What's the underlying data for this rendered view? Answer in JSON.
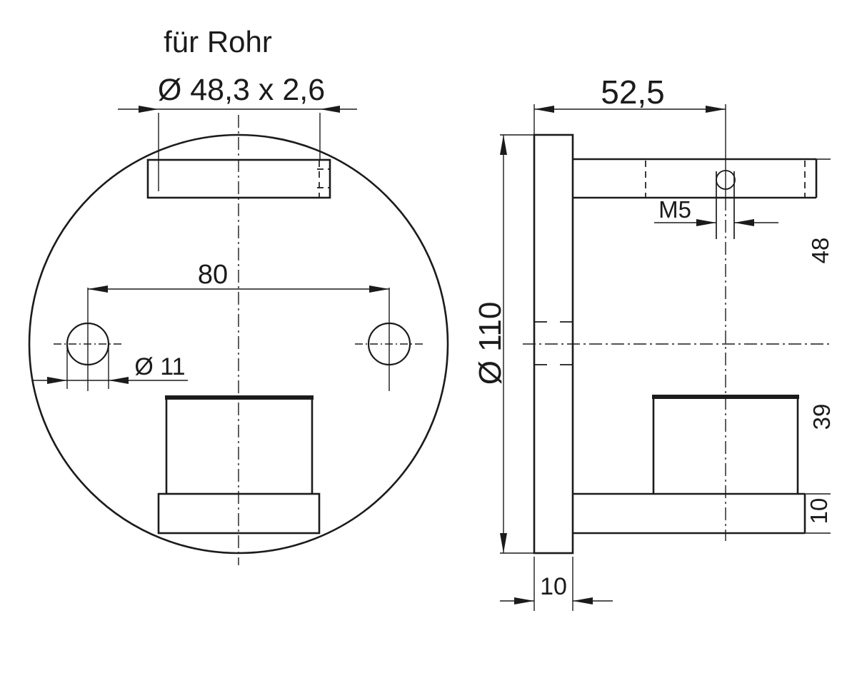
{
  "drawing": {
    "background": "#ffffff",
    "line_color": "#1b1b1b",
    "front_view": {
      "title_line1": "für Rohr",
      "title_line2": "Ø 48,3 x 2,6",
      "dim_hole_spacing": "80",
      "dim_hole_diameter": "Ø 11"
    },
    "side_view": {
      "dim_offset": "52,5",
      "dim_thread": "M5",
      "dim_flange_diameter": "Ø 110",
      "dim_arm_axis_height": "48",
      "dim_boss_offset": "39",
      "dim_collar_thickness": "10",
      "dim_plate_thickness": "10"
    }
  }
}
